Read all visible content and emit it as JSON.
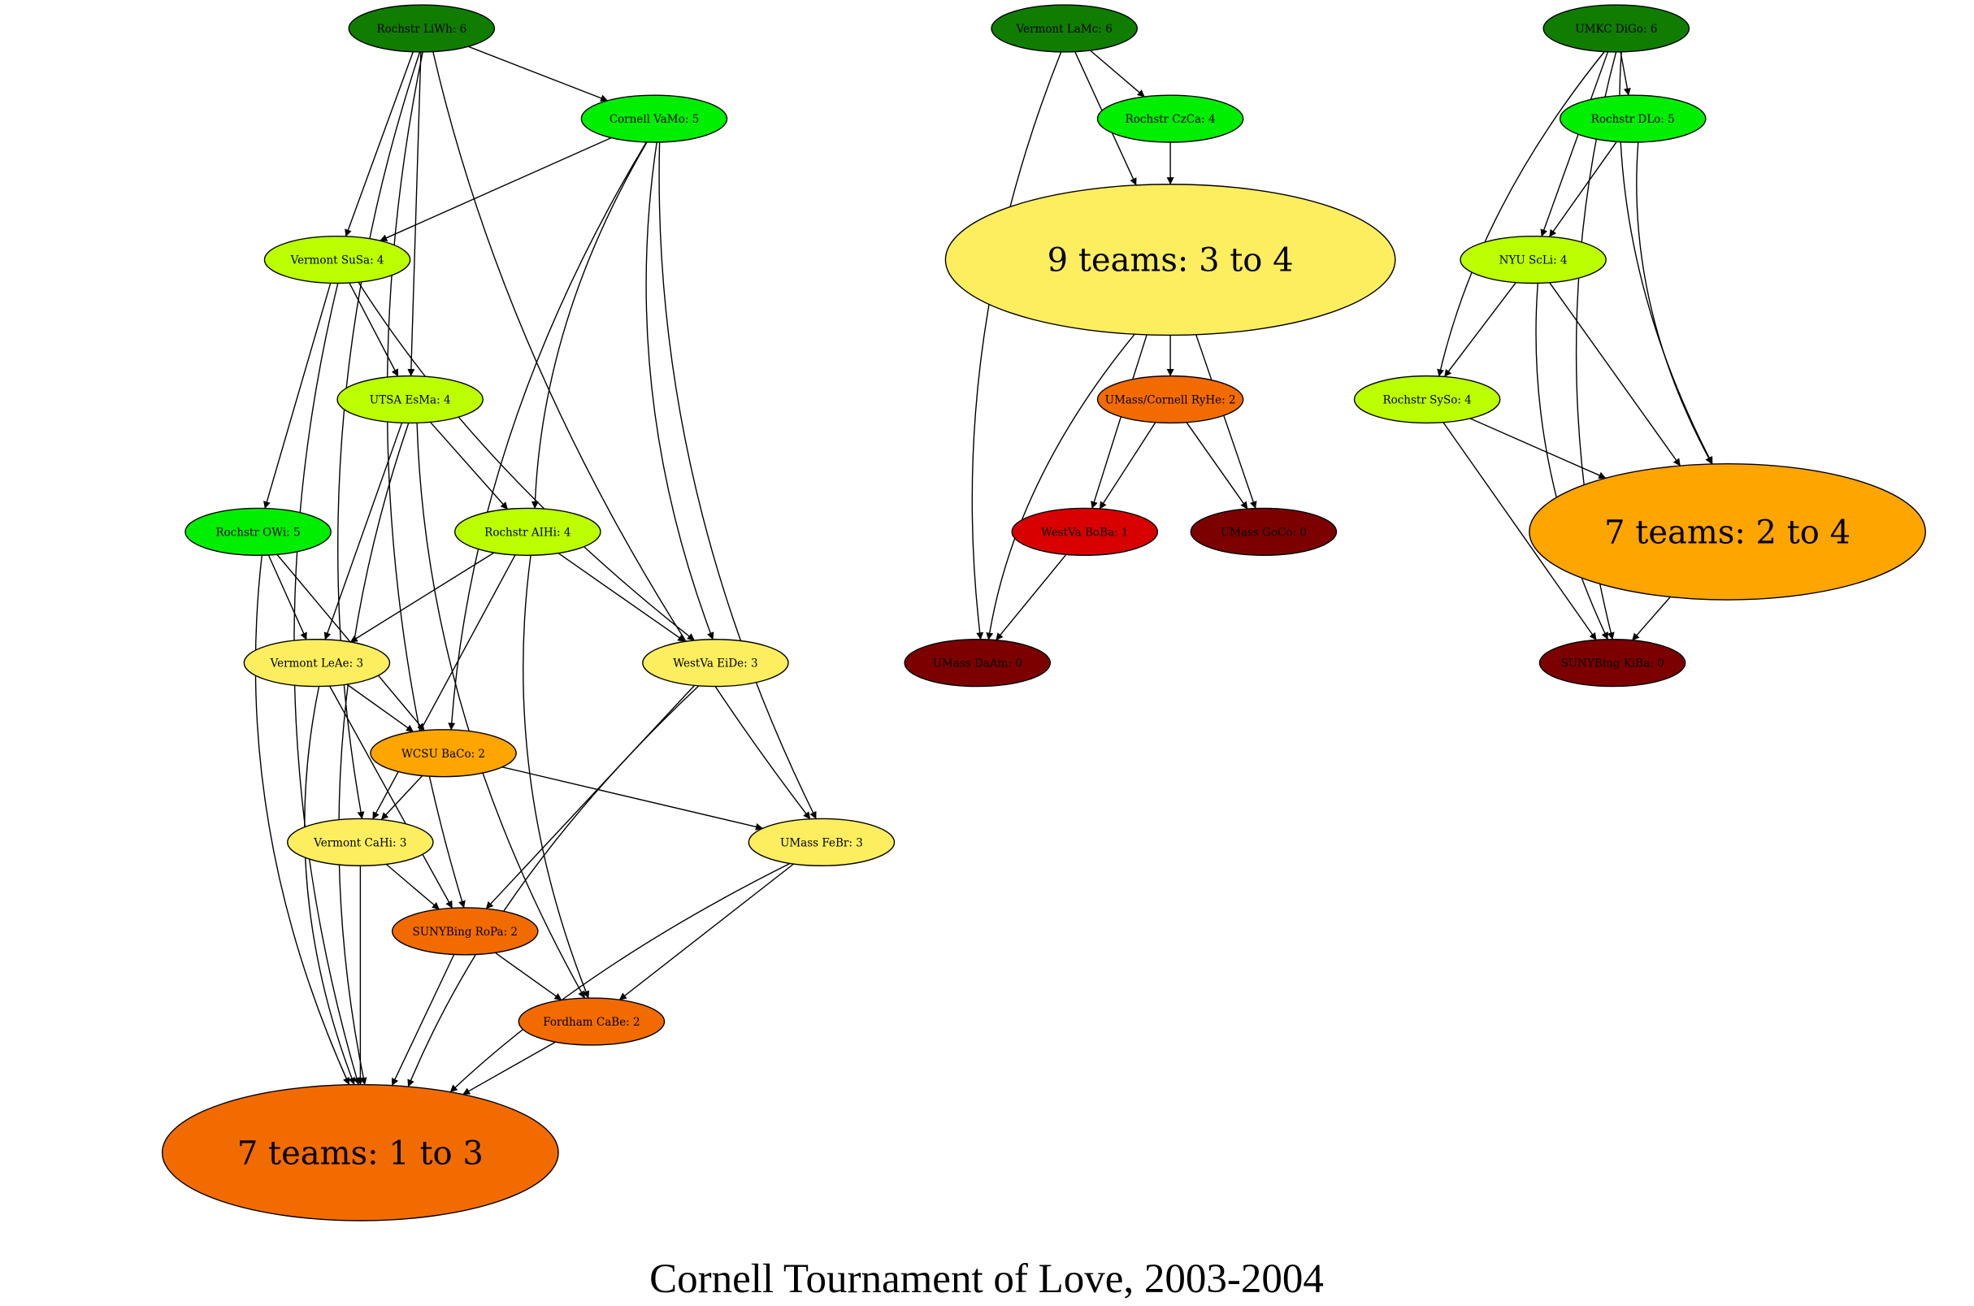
{
  "title": "Cornell Tournament of Love, 2003-2004",
  "colors": {
    "score6": "#107d00",
    "score5": "#00ee00",
    "score4": "#bbff00",
    "score3": "#fcee5e",
    "score2_amber": "#ffa500",
    "score2": "#f26b00",
    "score1": "#d80000",
    "score0": "#7d0000"
  },
  "nodes": {
    "rochstr_liwh": {
      "label": "Rochstr LiWh: 6",
      "color": "#107d00"
    },
    "cornell_vamo": {
      "label": "Cornell VaMo: 5",
      "color": "#00ee00"
    },
    "vermont_susa": {
      "label": "Vermont SuSa: 4",
      "color": "#bbff00"
    },
    "utsa_esma": {
      "label": "UTSA EsMa: 4",
      "color": "#bbff00"
    },
    "rochstr_owi": {
      "label": "Rochstr OWi: 5",
      "color": "#00ee00"
    },
    "rochstr_aihi": {
      "label": "Rochstr AIHi: 4",
      "color": "#bbff00"
    },
    "vermont_leae": {
      "label": "Vermont LeAe: 3",
      "color": "#fcee5e"
    },
    "westva_eide": {
      "label": "WestVa EiDe: 3",
      "color": "#fcee5e"
    },
    "wcsu_baco": {
      "label": "WCSU BaCo: 2",
      "color": "#ffa500"
    },
    "vermont_cahi": {
      "label": "Vermont CaHi: 3",
      "color": "#fcee5e"
    },
    "umass_febr": {
      "label": "UMass FeBr: 3",
      "color": "#fcee5e"
    },
    "sunybing_ropa": {
      "label": "SUNYBing RoPa: 2",
      "color": "#f26b00"
    },
    "fordham_cabe": {
      "label": "Fordham CaBe: 2",
      "color": "#f26b00"
    },
    "cluster_1to3": {
      "label": "7 teams: 1 to 3",
      "color": "#f26b00"
    },
    "vermont_lamc": {
      "label": "Vermont LaMc: 6",
      "color": "#107d00"
    },
    "rochstr_czca": {
      "label": "Rochstr CzCa: 4",
      "color": "#00ee00"
    },
    "cluster_3to4": {
      "label": "9 teams: 3 to 4",
      "color": "#fcee5e"
    },
    "umass_cornell_ryhe": {
      "label": "UMass/Cornell RyHe: 2",
      "color": "#f26b00"
    },
    "westva_boba": {
      "label": "WestVa BoBa: 1",
      "color": "#d80000"
    },
    "umass_goco": {
      "label": "UMass GoCo: 0",
      "color": "#7d0000"
    },
    "umass_daam": {
      "label": "UMass DaAm: 0",
      "color": "#7d0000"
    },
    "umkc_digo": {
      "label": "UMKC DiGo: 6",
      "color": "#107d00"
    },
    "rochstr_dlo": {
      "label": "Rochstr DLo: 5",
      "color": "#00ee00"
    },
    "nyu_scli": {
      "label": "NYU ScLi: 4",
      "color": "#bbff00"
    },
    "rochstr_syso": {
      "label": "Rochstr SySo: 4",
      "color": "#bbff00"
    },
    "cluster_2to4": {
      "label": "7 teams: 2 to 4",
      "color": "#ffa500"
    },
    "sunybing_kiba": {
      "label": "SUNYBing KiBa: 0",
      "color": "#7d0000"
    }
  },
  "edges": [
    [
      "rochstr_liwh",
      "cornell_vamo"
    ],
    [
      "rochstr_liwh",
      "vermont_susa"
    ],
    [
      "rochstr_liwh",
      "utsa_esma"
    ],
    [
      "rochstr_liwh",
      "vermont_cahi"
    ],
    [
      "rochstr_liwh",
      "sunybing_ropa"
    ],
    [
      "rochstr_liwh",
      "umass_febr"
    ],
    [
      "cornell_vamo",
      "vermont_susa"
    ],
    [
      "cornell_vamo",
      "rochstr_aihi"
    ],
    [
      "cornell_vamo",
      "wcsu_baco"
    ],
    [
      "cornell_vamo",
      "westva_eide"
    ],
    [
      "cornell_vamo",
      "umass_febr"
    ],
    [
      "vermont_susa",
      "utsa_esma"
    ],
    [
      "vermont_susa",
      "rochstr_owi"
    ],
    [
      "vermont_susa",
      "westva_eide"
    ],
    [
      "vermont_susa",
      "cluster_1to3"
    ],
    [
      "utsa_esma",
      "rochstr_aihi"
    ],
    [
      "utsa_esma",
      "vermont_leae"
    ],
    [
      "utsa_esma",
      "fordham_cabe"
    ],
    [
      "utsa_esma",
      "cluster_1to3"
    ],
    [
      "rochstr_owi",
      "vermont_leae"
    ],
    [
      "rochstr_owi",
      "wcsu_baco"
    ],
    [
      "rochstr_owi",
      "cluster_1to3"
    ],
    [
      "rochstr_aihi",
      "vermont_leae"
    ],
    [
      "rochstr_aihi",
      "westva_eide"
    ],
    [
      "rochstr_aihi",
      "vermont_cahi"
    ],
    [
      "rochstr_aihi",
      "fordham_cabe"
    ],
    [
      "vermont_leae",
      "wcsu_baco"
    ],
    [
      "vermont_leae",
      "sunybing_ropa"
    ],
    [
      "vermont_leae",
      "cluster_1to3"
    ],
    [
      "westva_eide",
      "sunybing_ropa"
    ],
    [
      "westva_eide",
      "cluster_1to3"
    ],
    [
      "wcsu_baco",
      "vermont_cahi"
    ],
    [
      "wcsu_baco",
      "umass_febr"
    ],
    [
      "vermont_cahi",
      "sunybing_ropa"
    ],
    [
      "vermont_cahi",
      "cluster_1to3"
    ],
    [
      "umass_febr",
      "fordham_cabe"
    ],
    [
      "umass_febr",
      "cluster_1to3"
    ],
    [
      "sunybing_ropa",
      "fordham_cabe"
    ],
    [
      "sunybing_ropa",
      "cluster_1to3"
    ],
    [
      "fordham_cabe",
      "cluster_1to3"
    ],
    [
      "vermont_lamc",
      "rochstr_czca"
    ],
    [
      "vermont_lamc",
      "cluster_3to4"
    ],
    [
      "vermont_lamc",
      "umass_daam"
    ],
    [
      "rochstr_czca",
      "cluster_3to4"
    ],
    [
      "cluster_3to4",
      "umass_cornell_ryhe"
    ],
    [
      "cluster_3to4",
      "westva_boba"
    ],
    [
      "cluster_3to4",
      "umass_goco"
    ],
    [
      "cluster_3to4",
      "umass_daam"
    ],
    [
      "umass_cornell_ryhe",
      "westva_boba"
    ],
    [
      "umass_cornell_ryhe",
      "umass_goco"
    ],
    [
      "westva_boba",
      "umass_daam"
    ],
    [
      "umkc_digo",
      "rochstr_dlo"
    ],
    [
      "umkc_digo",
      "nyu_scli"
    ],
    [
      "umkc_digo",
      "rochstr_syso"
    ],
    [
      "umkc_digo",
      "cluster_2to4"
    ],
    [
      "umkc_digo",
      "sunybing_kiba"
    ],
    [
      "rochstr_dlo",
      "nyu_scli"
    ],
    [
      "rochstr_dlo",
      "cluster_2to4"
    ],
    [
      "nyu_scli",
      "rochstr_syso"
    ],
    [
      "nyu_scli",
      "cluster_2to4"
    ],
    [
      "nyu_scli",
      "sunybing_kiba"
    ],
    [
      "rochstr_syso",
      "cluster_2to4"
    ],
    [
      "rochstr_syso",
      "sunybing_kiba"
    ],
    [
      "cluster_2to4",
      "sunybing_kiba"
    ]
  ]
}
